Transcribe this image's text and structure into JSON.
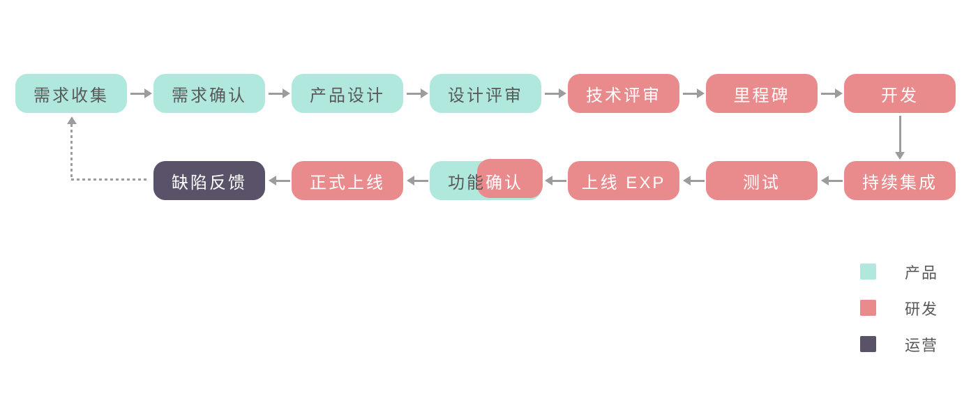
{
  "flow": {
    "top_row": [
      {
        "label": "需求收集",
        "type": "product"
      },
      {
        "label": "需求确认",
        "type": "product"
      },
      {
        "label": "产品设计",
        "type": "product"
      },
      {
        "label": "设计评审",
        "type": "product"
      },
      {
        "label": "技术评审",
        "type": "rd"
      },
      {
        "label": "里程碑",
        "type": "rd"
      },
      {
        "label": "开发",
        "type": "rd"
      }
    ],
    "bottom_row": [
      {
        "label": "缺陷反馈",
        "type": "ops"
      },
      {
        "label": "正式上线",
        "type": "rd"
      },
      {
        "label": "功能确认",
        "type": "product+rd",
        "product_part": "功能",
        "rd_part": "确认"
      },
      {
        "label": "上线 EXP",
        "type": "rd"
      },
      {
        "label": "测试",
        "type": "rd"
      },
      {
        "label": "持续集成",
        "type": "rd"
      }
    ]
  },
  "legend": {
    "items": [
      {
        "label": "产品",
        "color": "#b1e8de"
      },
      {
        "label": "研发",
        "color": "#e98b8c"
      },
      {
        "label": "运营",
        "color": "#5a5268"
      }
    ]
  },
  "colors": {
    "product": "#b1e8de",
    "rd": "#e98b8c",
    "ops": "#5a5268",
    "arrow": "#9c9c9c",
    "text_dark": "#595959",
    "text_light": "#ffffff",
    "background": "#ffffff"
  }
}
